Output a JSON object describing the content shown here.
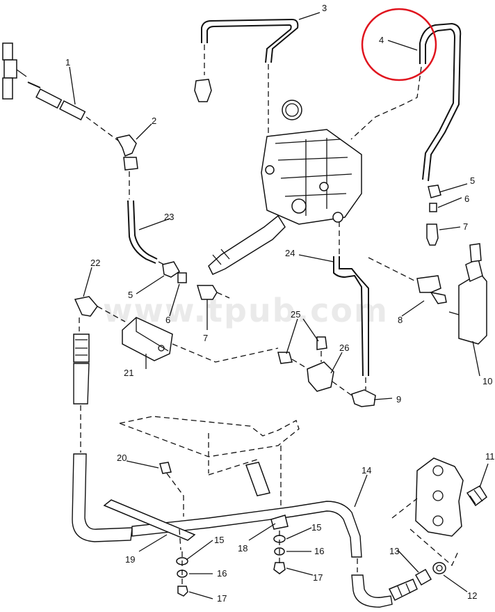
{
  "watermark": "www.tpub.com",
  "highlight_color": "#e0141e",
  "highlighted_callout": "4",
  "callouts": {
    "c1": "1",
    "c2": "2",
    "c3": "3",
    "c4": "4",
    "c5a": "5",
    "c5b": "5",
    "c6a": "6",
    "c6b": "6",
    "c7a": "7",
    "c7b": "7",
    "c8": "8",
    "c9": "9",
    "c10": "10",
    "c11": "11",
    "c12": "12",
    "c13": "13",
    "c14": "14",
    "c15a": "15",
    "c15b": "15",
    "c16a": "16",
    "c16b": "16",
    "c17a": "17",
    "c17b": "17",
    "c18": "18",
    "c19": "19",
    "c20": "20",
    "c21": "21",
    "c22": "22",
    "c23": "23",
    "c24": "24",
    "c25": "25",
    "c26": "26"
  }
}
